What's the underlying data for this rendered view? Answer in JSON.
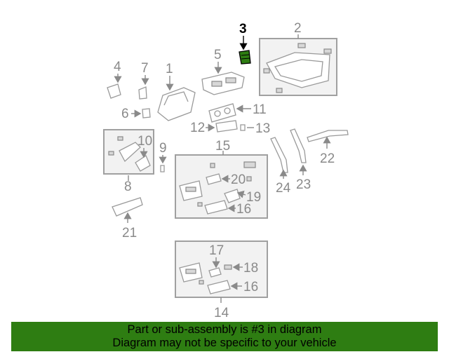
{
  "diagram": {
    "highlighted_part": "3",
    "callouts": {
      "c1": "1",
      "c2": "2",
      "c3": "3",
      "c4": "4",
      "c5": "5",
      "c6": "6",
      "c7": "7",
      "c8": "8",
      "c9": "9",
      "c10": "10",
      "c11": "11",
      "c12": "12",
      "c13": "13",
      "c14": "14",
      "c15": "15",
      "c16a": "16",
      "c16b": "16",
      "c17": "17",
      "c18": "18",
      "c19": "19",
      "c20": "20",
      "c21": "21",
      "c22": "22",
      "c23": "23",
      "c24": "24"
    },
    "colors": {
      "highlight": "#2e7d12",
      "lines": "#8a8a8a"
    }
  },
  "banner": {
    "line1": "Part or sub-assembly is #3 in diagram",
    "line2": "Diagram may not be specific to your vehicle",
    "color": "#2e7d12"
  }
}
